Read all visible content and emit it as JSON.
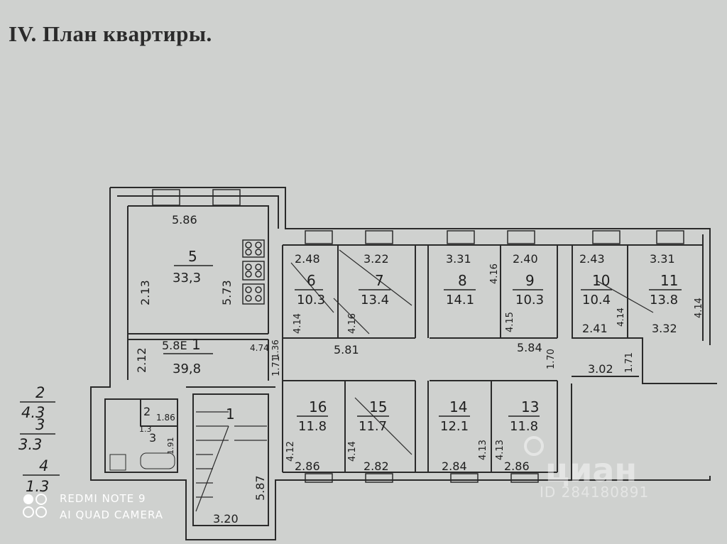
{
  "title": "IV. План квартиры.",
  "rooms": [
    {
      "id": "5",
      "number": "5",
      "area": "33,3",
      "dims": [
        "5.86",
        "5.73",
        "2.13"
      ]
    },
    {
      "id": "1",
      "number": "1",
      "area": "39,8",
      "dims": [
        "5.8E",
        "2.12",
        "4.74"
      ]
    },
    {
      "id": "6",
      "number": "6",
      "area": "10.3",
      "dims": [
        "2.48",
        "4.14"
      ]
    },
    {
      "id": "7",
      "number": "7",
      "area": "13.4",
      "dims": [
        "3.22",
        "4.16"
      ]
    },
    {
      "id": "8",
      "number": "8",
      "area": "14.1",
      "dims": [
        "3.31",
        "4.16"
      ]
    },
    {
      "id": "9",
      "number": "9",
      "area": "10.3",
      "dims": [
        "2.40",
        "4.15"
      ]
    },
    {
      "id": "10",
      "number": "10",
      "area": "10.4",
      "dims": [
        "2.43",
        "4.14"
      ]
    },
    {
      "id": "11",
      "number": "11",
      "area": "13.8",
      "dims": [
        "3.31",
        "4.14"
      ]
    },
    {
      "id": "16",
      "number": "16",
      "area": "11.8",
      "dims": [
        "2.86",
        "4.12"
      ]
    },
    {
      "id": "15",
      "number": "15",
      "area": "11.7",
      "dims": [
        "2.82",
        "4.14"
      ]
    },
    {
      "id": "14",
      "number": "14",
      "area": "12.1",
      "dims": [
        "2.84",
        "4.13"
      ]
    },
    {
      "id": "13",
      "number": "13",
      "area": "11.8",
      "dims": [
        "2.86",
        "4.13"
      ]
    },
    {
      "id": "stair",
      "number": "1",
      "dims": [
        "5.87",
        "3.20"
      ]
    }
  ],
  "corridor": {
    "dims": [
      "5.81",
      "5.84",
      "1.36",
      "1.71",
      "1.70",
      "2.41",
      "3.32",
      "3.02",
      "1.71"
    ]
  },
  "wc": {
    "labels": [
      "2",
      "3",
      "1.86",
      "1.3",
      "1.91"
    ]
  },
  "legend": [
    {
      "num": "2",
      "val": "4.3"
    },
    {
      "num": "3",
      "val": "3.3"
    },
    {
      "num": "4",
      "val": "1.3"
    }
  ],
  "camera": {
    "line1": "REDMI NOTE 9",
    "line2": "AI QUAD CAMERA"
  },
  "watermark": {
    "brand": "циан",
    "id": "ID 284180891"
  }
}
